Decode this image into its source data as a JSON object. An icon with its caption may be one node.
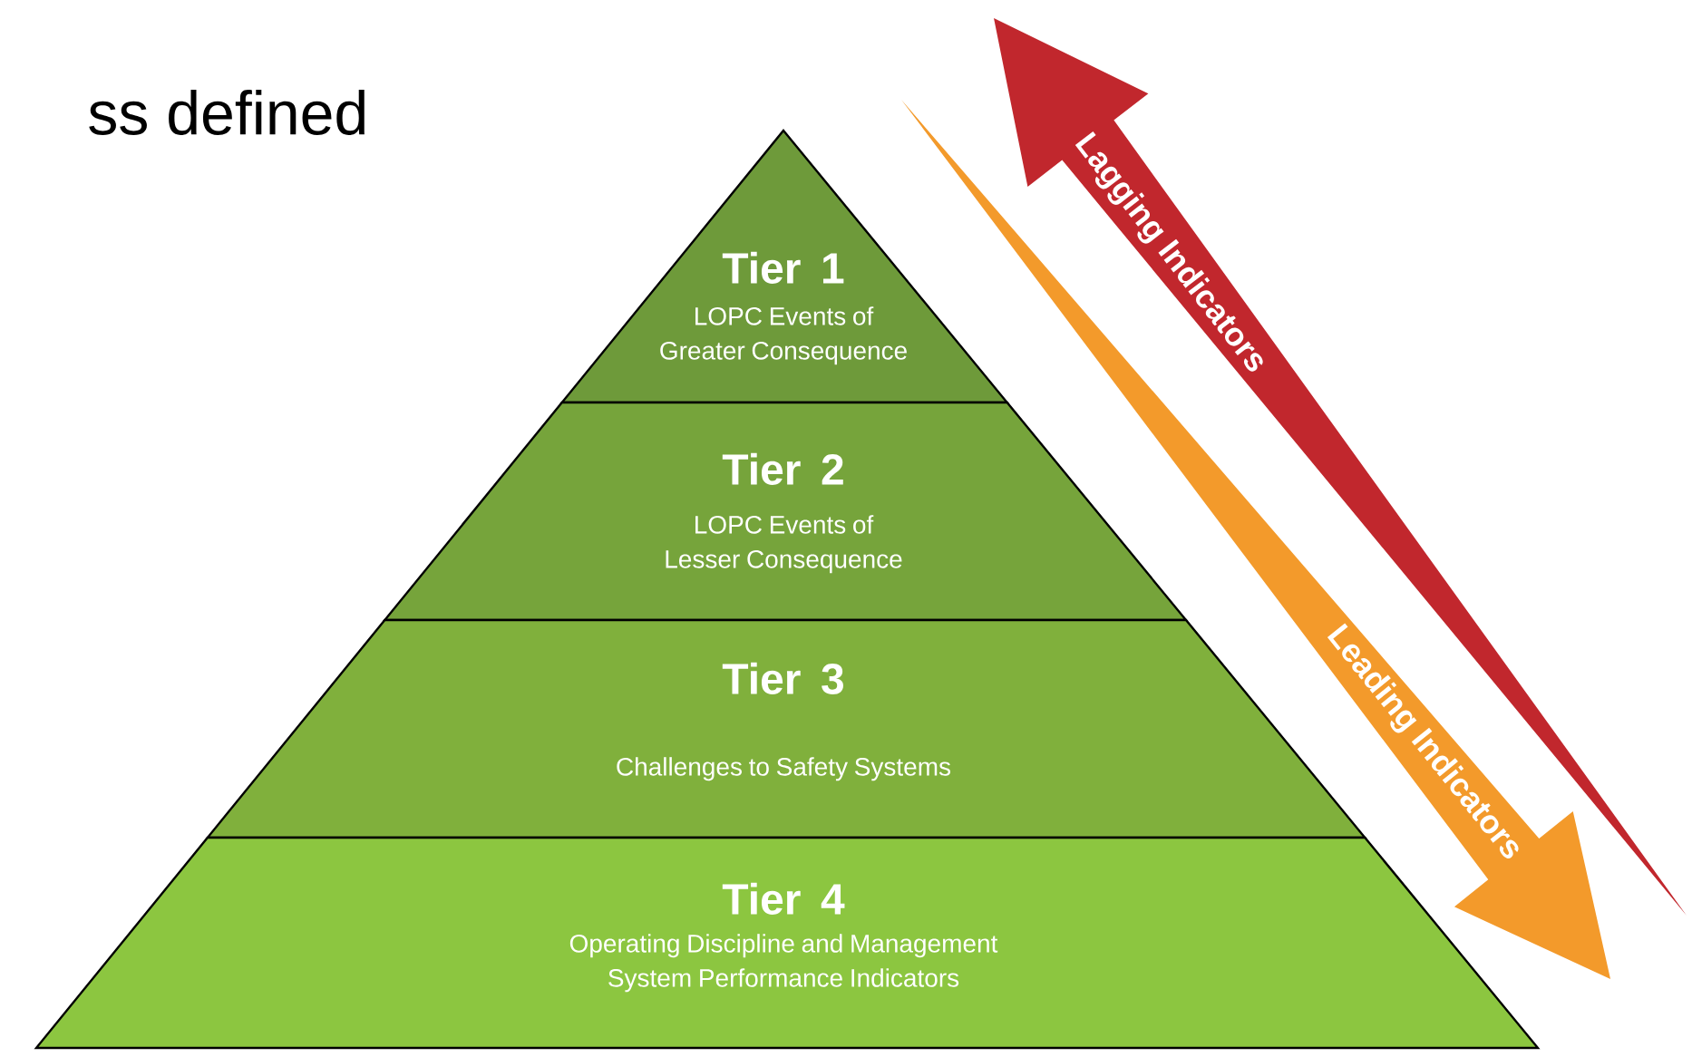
{
  "diagram": {
    "title": "ss defined",
    "nodes": [
      {
        "text": [
          "Tier 1",
          "LOPC Events of Greater Consequence"
        ]
      },
      {
        "text": [
          "Tier 2",
          "LOPC Events of Lesser Consequence"
        ]
      },
      {
        "text": [
          "Tier 3",
          "Challenges to Safety Systems"
        ]
      },
      {
        "text": [
          "Tier 4",
          "Operating Discipline and Management System Performance Indicators"
        ]
      }
    ],
    "labels": [
      "Lagging Indicators",
      "Leading Indicators"
    ]
  }
}
